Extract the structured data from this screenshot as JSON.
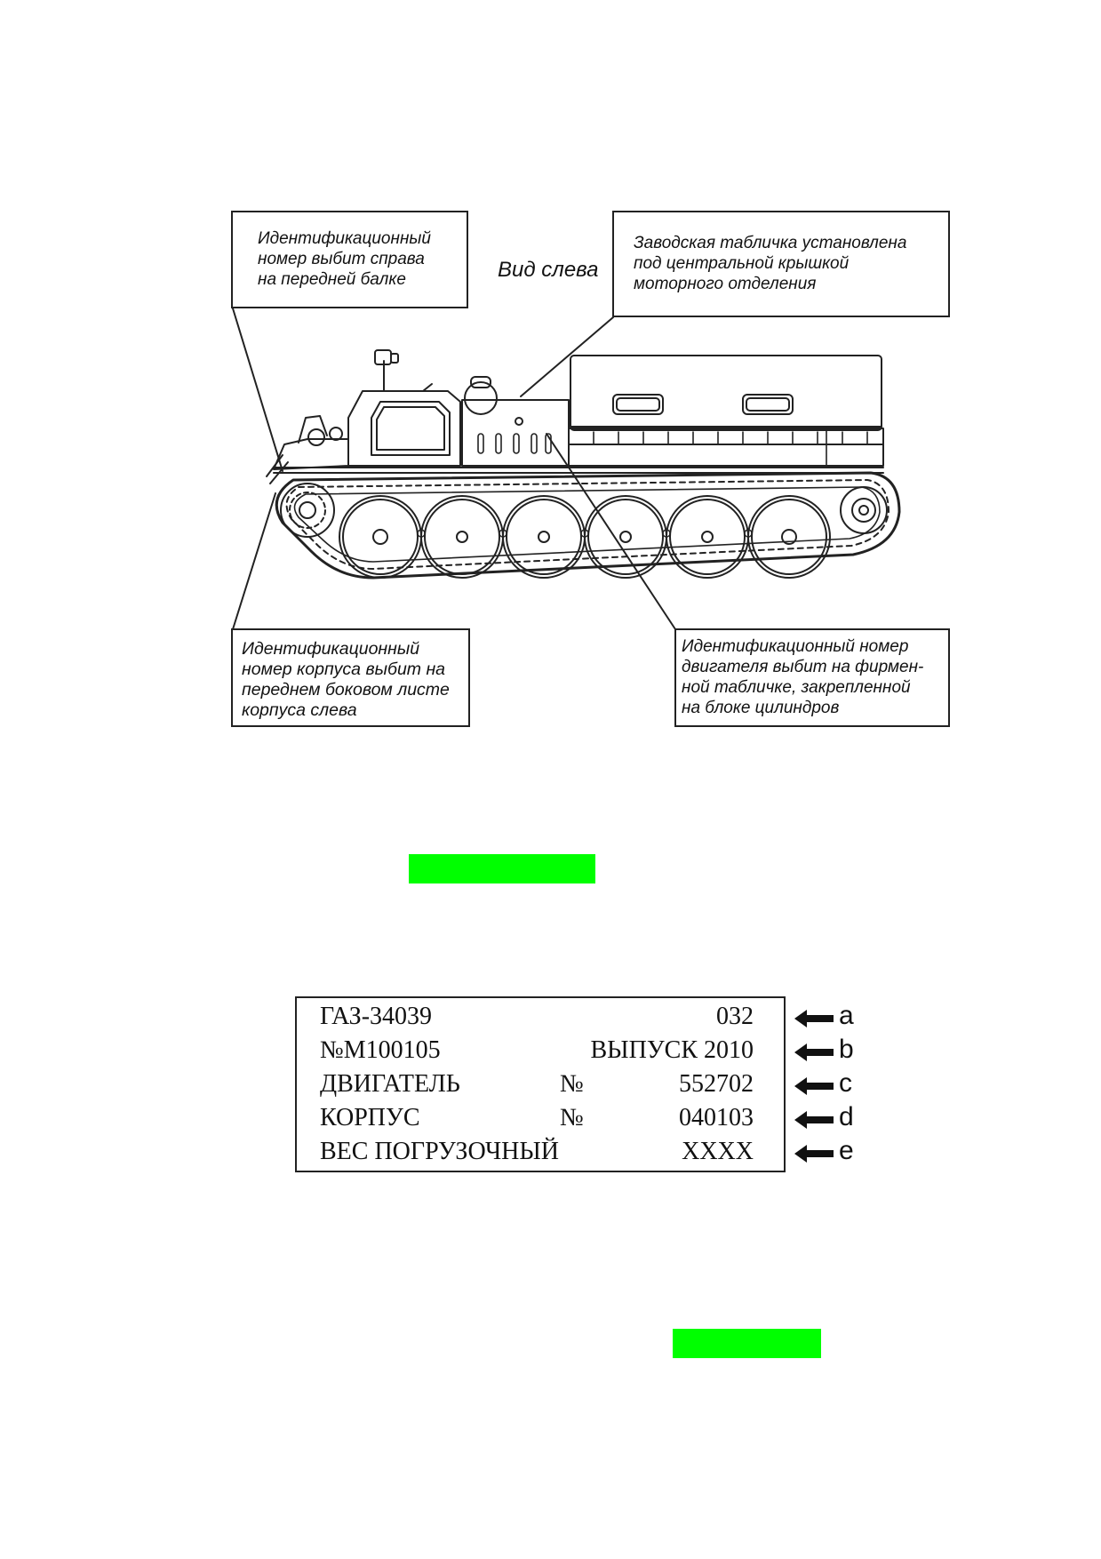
{
  "diagram": {
    "view_label": "Вид слева",
    "callouts": {
      "top_left": [
        "Идентификационный",
        "номер выбит справа",
        "на передней балке"
      ],
      "top_right": [
        "Заводская табличка установлена",
        "под центральной крышкой",
        "моторного отделения"
      ],
      "bottom_left": [
        "Идентификационный",
        "номер корпуса выбит на",
        "переднем боковом листе",
        "корпуса слева"
      ],
      "bottom_right": [
        "Идентификационный номер",
        "двигателя выбит на фирмен-",
        "ной табличке, закрепленной",
        "на блоке цилиндров"
      ]
    },
    "marker_color": "#00ff00"
  },
  "plate": {
    "rows": [
      {
        "left": "ГАЗ-34039",
        "middle": "",
        "right": "032",
        "letter": "a"
      },
      {
        "left": "№М100105",
        "middle": "",
        "right": "ВЫПУСК  2010",
        "letter": "b"
      },
      {
        "left": "ДВИГАТЕЛЬ",
        "middle": "№",
        "right": "552702",
        "letter": "c"
      },
      {
        "left": "КОРПУС",
        "middle": "№",
        "right": "040103",
        "letter": "d"
      },
      {
        "left": "ВЕС ПОГРУЗОЧНЫЙ",
        "middle": "",
        "right": "XXXX",
        "letter": "e"
      }
    ],
    "arrow_icon": "left-arrow-icon"
  }
}
